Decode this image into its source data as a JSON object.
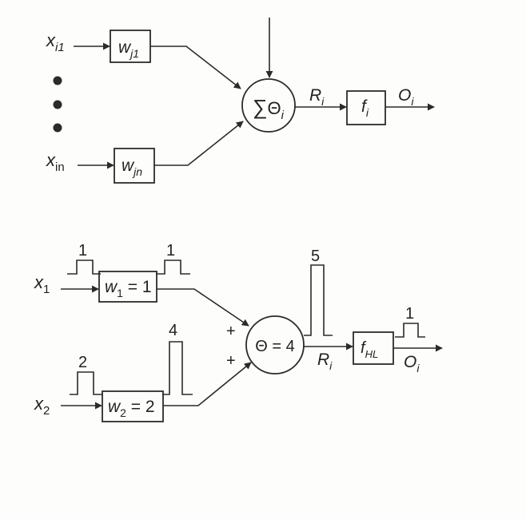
{
  "colors": {
    "ink": "#2b2b2b",
    "paper": "#fdfdfb"
  },
  "diagram_general": {
    "input_first": {
      "base": "x",
      "sub": "i1"
    },
    "input_last": {
      "base": "x",
      "sub": "in"
    },
    "weight_first": {
      "base": "w",
      "sub": "j1"
    },
    "weight_last": {
      "base": "w",
      "sub": "jn"
    },
    "summation": {
      "sigma": "∑",
      "theta": "Θ",
      "sub": "i"
    },
    "net_input": {
      "base": "R",
      "sub": "i"
    },
    "activation": {
      "base": "f",
      "sub": "i"
    },
    "output": {
      "base": "O",
      "sub": "i"
    }
  },
  "diagram_example": {
    "input1": {
      "base": "x",
      "sub": "1"
    },
    "input2": {
      "base": "x",
      "sub": "2"
    },
    "weight1": {
      "base": "w",
      "sub": "1",
      "rest": " = 1"
    },
    "weight2": {
      "base": "w",
      "sub": "2",
      "rest": " = 2"
    },
    "pulse_x1_in": "1",
    "pulse_x1_out": "1",
    "pulse_x2_in": "2",
    "pulse_x2_out": "4",
    "plus1": "+",
    "plus2": "+",
    "threshold": "Θ = 4",
    "pulse_sum": "5",
    "net_input": {
      "base": "R",
      "sub": "i"
    },
    "activation": {
      "base": "f",
      "sub": "HL"
    },
    "pulse_output": "1",
    "output": {
      "base": "O",
      "sub": "i"
    }
  }
}
